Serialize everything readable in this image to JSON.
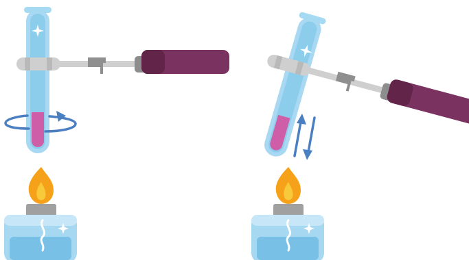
{
  "colors": {
    "background": "#ffffff",
    "tube_outline": "#a8d8f2",
    "tube_fill": "#8dcdec",
    "tube_rim": "#a6daf3",
    "liquid": "#cf5ea8",
    "clamp_rod": "#cfcfcf",
    "clamp_shade": "#b9b9b9",
    "clamp_dark": "#8f8f8f",
    "handle": "#7a3360",
    "handle_dark": "#632449",
    "handle_cap": "#8d8d8d",
    "arrow": "#4a7fc1",
    "flame_outer": "#f6a11a",
    "flame_inner": "#f8c93a",
    "burner_body": "#a7d8f1",
    "burner_top": "#c7e7f8",
    "burner_water": "#79c0e6",
    "burner_neck": "#a0a0a0",
    "sparkle": "#ffffff"
  },
  "panels": [
    {
      "id": "left",
      "motion": "rotate-tube",
      "icons": [
        "test-tube-icon",
        "test-tube-holder-icon",
        "rotation-arrow-icon",
        "flame-icon",
        "alcohol-burner-icon"
      ]
    },
    {
      "id": "right",
      "motion": "move-tube-up-and-down",
      "icons": [
        "test-tube-icon",
        "test-tube-holder-icon",
        "up-down-arrows-icon",
        "flame-icon",
        "alcohol-burner-icon"
      ]
    }
  ]
}
